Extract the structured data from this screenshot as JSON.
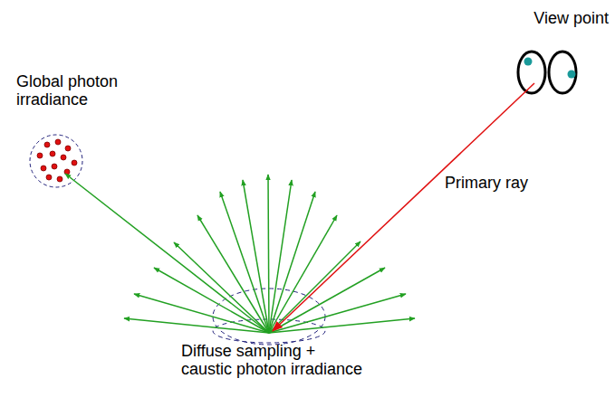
{
  "diagram": {
    "nodes": [
      {
        "text": [
          "Global photon irradiance"
        ]
      },
      {
        "text": [
          "Diffuse sampling + caustic photon irradiance"
        ]
      }
    ],
    "labels": [
      "View point",
      "Primary ray"
    ]
  }
}
